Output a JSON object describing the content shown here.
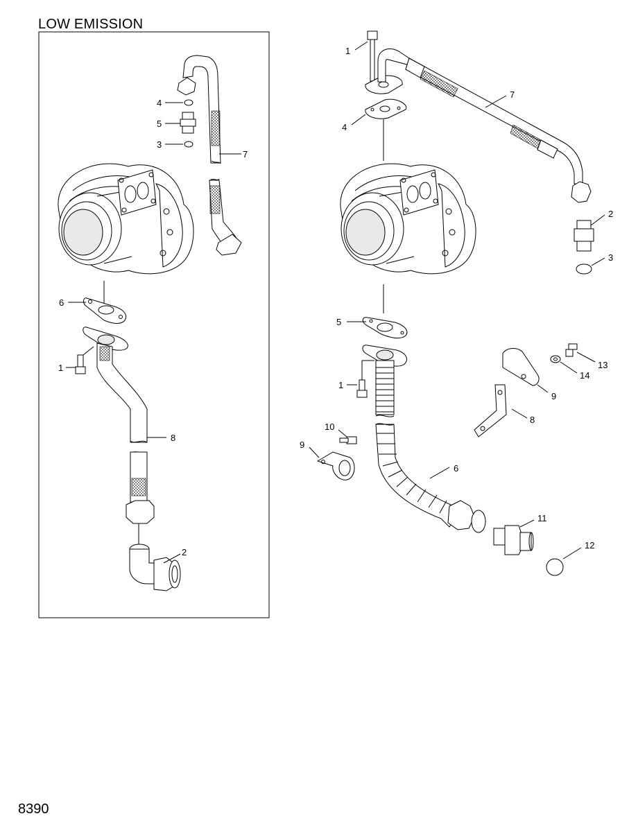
{
  "panel_title": "LOW EMISSION",
  "page_number": "8390",
  "left_callouts": [
    "4",
    "5",
    "3",
    "7",
    "6",
    "1",
    "8",
    "2"
  ],
  "right_callouts": [
    "1",
    "7",
    "4",
    "2",
    "3",
    "5",
    "13",
    "14",
    "1",
    "9",
    "8",
    "10",
    "9",
    "6",
    "11",
    "12"
  ]
}
